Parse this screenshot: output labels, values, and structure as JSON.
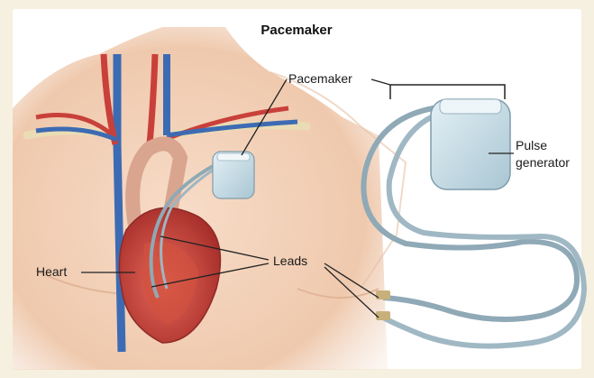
{
  "title": "Pacemaker",
  "labels": {
    "pacemaker": "Pacemaker",
    "pulse_line1": "Pulse",
    "pulse_line2": "generator",
    "heart": "Heart",
    "leads": "Leads"
  },
  "colors": {
    "page_bg": "#f6f0e0",
    "skin": "#f3d3bd",
    "artery": "#c9403a",
    "vein": "#3d6bb3",
    "device": "#c5dbe5",
    "lead": "#8fa9b6"
  }
}
